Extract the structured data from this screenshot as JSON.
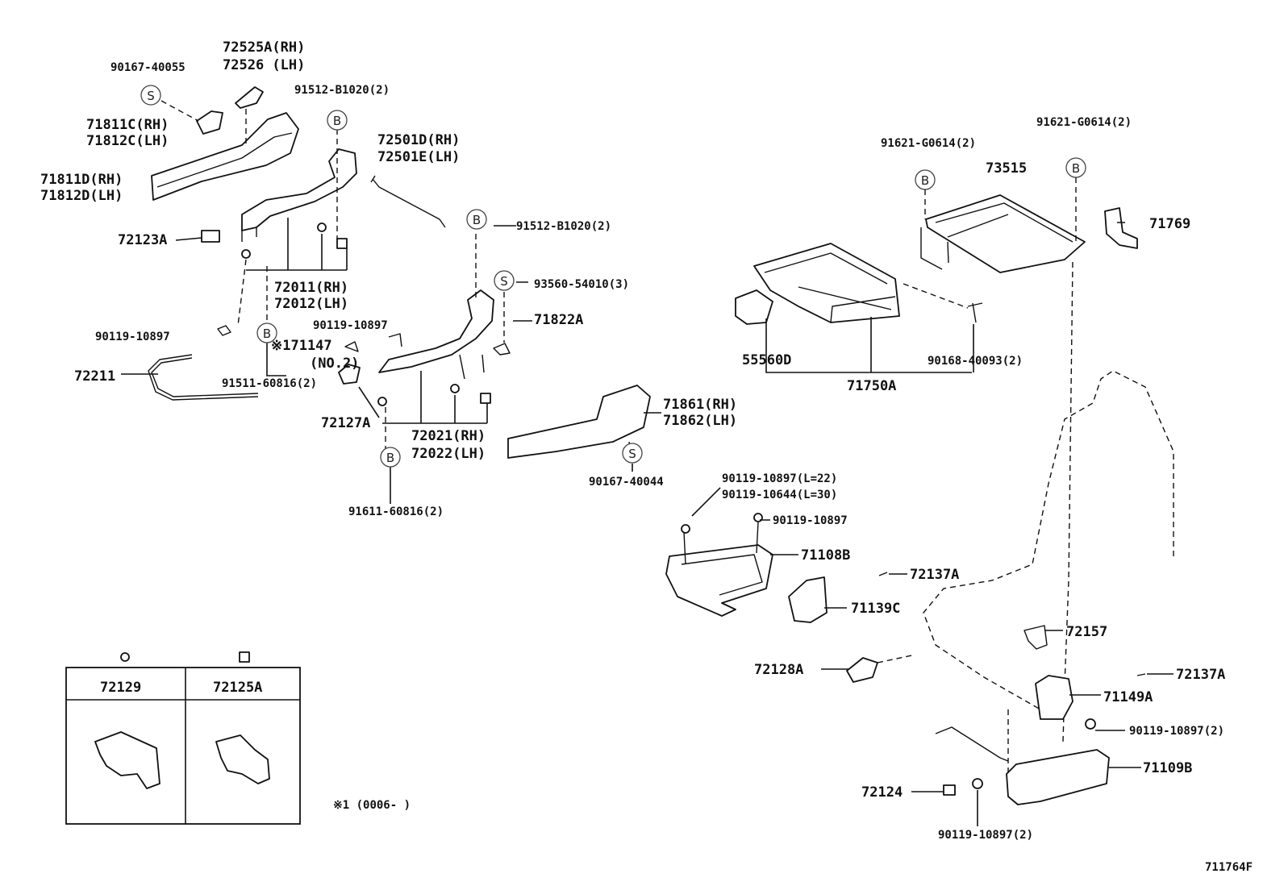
{
  "labels": {
    "l_90167_40055": "90167-40055",
    "l_72525A": "72525A(RH)",
    "l_72526": "72526  (LH)",
    "l_91512_top": "91512-B1020(2)",
    "l_71811C": "71811C(RH)",
    "l_71812C": "71812C(LH)",
    "l_71811D": "71811D(RH)",
    "l_71812D": "71812D(LH)",
    "l_72501D": "72501D(RH)",
    "l_72501E": "72501E(LH)",
    "l_72123A": "72123A",
    "l_91512_mid": "91512-B1020(2)",
    "l_72011": "72011(RH)",
    "l_72012": "72012(LH)",
    "l_93560": "93560-54010(3)",
    "l_90119_left": "90119-10897",
    "l_90119_mid": "90119-10897",
    "l_71147": "※171147",
    "l_no2": "(NO.2)",
    "l_71822A": "71822A",
    "l_72211": "72211",
    "l_91511": "91511-60816(2)",
    "l_72127A": "72127A",
    "l_72021": "72021(RH)",
    "l_72022": "72022(LH)",
    "l_71861": "71861(RH)",
    "l_71862": "71862(LH)",
    "l_91611": "91611-60816(2)",
    "l_90167_40044": "90167-40044",
    "l_91621_a": "91621-G0614(2)",
    "l_91621_b": "91621-G0614(2)",
    "l_73515": "73515",
    "l_71769": "71769",
    "l_55560D": "55560D",
    "l_90168": "90168-40093(2)",
    "l_71750A": "71750A",
    "l_90119_l22": "90119-10897(L=22)",
    "l_90119_l30": "90119-10644(L=30)",
    "l_90119_r": "90119-10897",
    "l_71108B": "71108B",
    "l_72137A_a": "72137A",
    "l_71139C": "71139C",
    "l_72157": "72157",
    "l_72128A": "72128A",
    "l_72137A_b": "72137A",
    "l_71149A": "71149A",
    "l_90119_2a": "90119-10897(2)",
    "l_71109B": "71109B",
    "l_72124": "72124",
    "l_90119_2b": "90119-10897(2)",
    "l_72129": "72129",
    "l_72125A": "72125A",
    "l_note": "※1 (0006-    )",
    "l_figno": "711764F"
  },
  "callouts": {
    "s": "S",
    "b": "B"
  }
}
